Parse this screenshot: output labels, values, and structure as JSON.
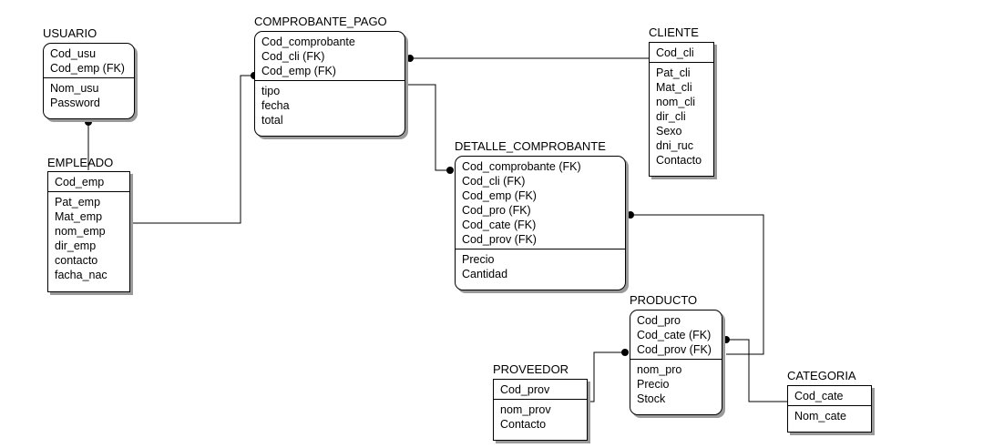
{
  "entities": {
    "usuario": {
      "title": "USUARIO",
      "keys": [
        "Cod_usu",
        "Cod_emp (FK)"
      ],
      "attrs": [
        "Nom_usu",
        "Password"
      ]
    },
    "empleado": {
      "title": "EMPLEADO",
      "keys": [
        "Cod_emp"
      ],
      "attrs": [
        "Pat_emp",
        "Mat_emp",
        "nom_emp",
        "dir_emp",
        "contacto",
        "facha_nac"
      ]
    },
    "comprobante_pago": {
      "title": "COMPROBANTE_PAGO",
      "keys": [
        "Cod_comprobante",
        "Cod_cli (FK)",
        "Cod_emp (FK)"
      ],
      "attrs": [
        "tipo",
        "fecha",
        "total"
      ]
    },
    "cliente": {
      "title": "CLIENTE",
      "keys": [
        "Cod_cli"
      ],
      "attrs": [
        "Pat_cli",
        "Mat_cli",
        "nom_cli",
        "dir_cli",
        "Sexo",
        "dni_ruc",
        "Contacto"
      ]
    },
    "detalle_comprobante": {
      "title": "DETALLE_COMPROBANTE",
      "keys": [
        "Cod_comprobante (FK)",
        "Cod_cli (FK)",
        "Cod_emp (FK)",
        "Cod_pro (FK)",
        "Cod_cate (FK)",
        "Cod_prov (FK)"
      ],
      "attrs": [
        "Precio",
        "Cantidad"
      ]
    },
    "producto": {
      "title": "PRODUCTO",
      "keys": [
        "Cod_pro",
        "Cod_cate (FK)",
        "Cod_prov (FK)"
      ],
      "attrs": [
        "nom_pro",
        "Precio",
        "Stock"
      ]
    },
    "proveedor": {
      "title": "PROVEEDOR",
      "keys": [
        "Cod_prov"
      ],
      "attrs": [
        "nom_prov",
        "Contacto"
      ]
    },
    "categoria": {
      "title": "CATEGORIA",
      "keys": [
        "Cod_cate"
      ],
      "attrs": [
        "Nom_cate"
      ]
    }
  },
  "relationships": [
    {
      "parent": "EMPLEADO",
      "child": "USUARIO"
    },
    {
      "parent": "EMPLEADO",
      "child": "COMPROBANTE_PAGO"
    },
    {
      "parent": "CLIENTE",
      "child": "COMPROBANTE_PAGO"
    },
    {
      "parent": "COMPROBANTE_PAGO",
      "child": "DETALLE_COMPROBANTE"
    },
    {
      "parent": "PRODUCTO",
      "child": "DETALLE_COMPROBANTE"
    },
    {
      "parent": "PROVEEDOR",
      "child": "PRODUCTO"
    },
    {
      "parent": "CATEGORIA",
      "child": "PRODUCTO"
    }
  ]
}
